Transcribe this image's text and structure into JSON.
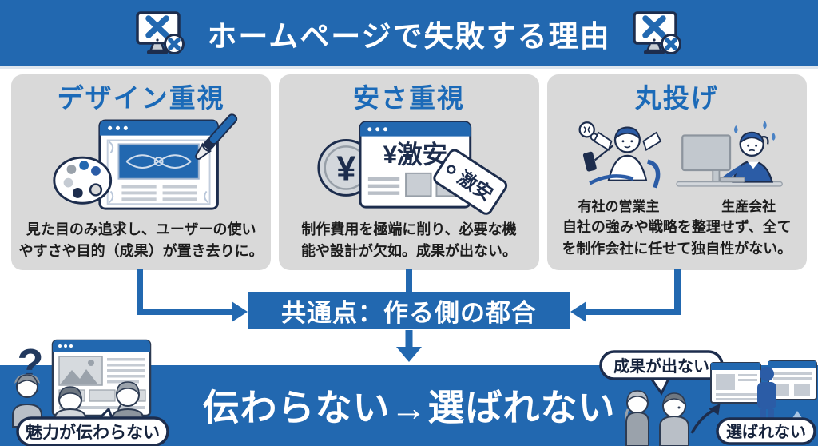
{
  "colors": {
    "band_blue": "#2268b0",
    "title_blue": "#1b6ab8",
    "navy_outline": "#1d2d4d",
    "card_gray": "#d9d9d9",
    "illu_gray": "#b9bfc7",
    "light_blue": "#a9c6e4"
  },
  "header": {
    "title": "ホームページで失敗する理由"
  },
  "cards": [
    {
      "title": "デザイン重視",
      "desc_line1": "見た目のみ追求し、ユーザーの使い",
      "desc_line2": "やすさや目的（成果）が置き去りに。"
    },
    {
      "title": "安さ重視",
      "coin_symbol": "¥",
      "banner_text": "¥激安",
      "tag_text": "激安",
      "desc_line1": "制作費用を極端に削り、必要な機",
      "desc_line2": "能や設計が欠如。成果が出ない。"
    },
    {
      "title": "丸投げ",
      "label_left": "有社の営業主",
      "label_right": "生産会社",
      "desc_line1": "自社の強みや戦略を整理せず、全て",
      "desc_line2": "を制作会社に任せて独自性がない。"
    }
  ],
  "common_box": {
    "text": "共通点：作る側の都合"
  },
  "bottom": {
    "main_text": "伝わらない→選ばれない",
    "question_mark": "?",
    "bubble_left": "魅力が伝わらない",
    "bubble_top_right": "成果が出ない",
    "bubble_bottom_right": "選ばれない"
  }
}
